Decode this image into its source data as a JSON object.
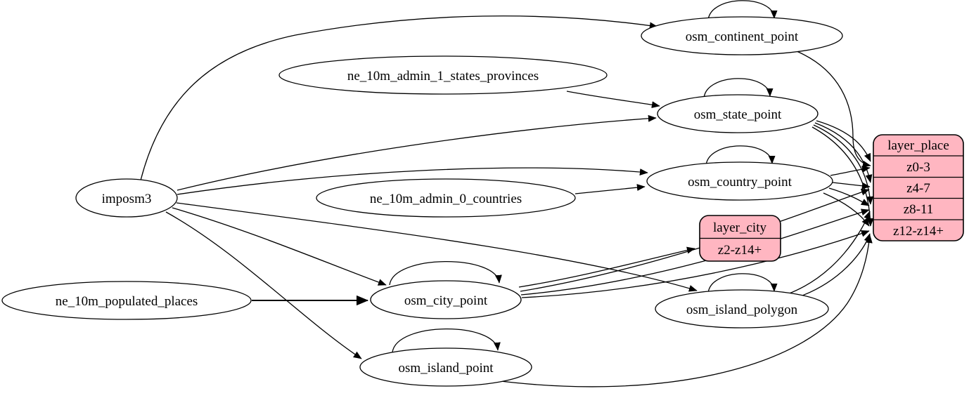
{
  "diagram": {
    "kind": "etl-dataflow-graph",
    "background_color": "#ffffff",
    "edge_color": "#000000",
    "table_node_fill": "#ffffff",
    "layer_record_fill": "#ffb6c1",
    "nodes": {
      "imposm3": {
        "label": "imposm3",
        "shape": "ellipse"
      },
      "ne_10m_admin_1_states_provinces": {
        "label": "ne_10m_admin_1_states_provinces",
        "shape": "ellipse"
      },
      "ne_10m_admin_0_countries": {
        "label": "ne_10m_admin_0_countries",
        "shape": "ellipse"
      },
      "ne_10m_populated_places": {
        "label": "ne_10m_populated_places",
        "shape": "ellipse"
      },
      "osm_continent_point": {
        "label": "osm_continent_point",
        "shape": "ellipse"
      },
      "osm_state_point": {
        "label": "osm_state_point",
        "shape": "ellipse"
      },
      "osm_country_point": {
        "label": "osm_country_point",
        "shape": "ellipse"
      },
      "osm_city_point": {
        "label": "osm_city_point",
        "shape": "ellipse"
      },
      "osm_island_polygon": {
        "label": "osm_island_polygon",
        "shape": "ellipse"
      },
      "osm_island_point": {
        "label": "osm_island_point",
        "shape": "ellipse"
      }
    },
    "records": {
      "layer_place": {
        "title": "layer_place",
        "rows": [
          "z0-3",
          "z4-7",
          "z8-11",
          "z12-z14+"
        ],
        "fill": "#ffb6c1"
      },
      "layer_city": {
        "title": "layer_city",
        "rows": [
          "z2-z14+"
        ],
        "fill": "#ffb6c1"
      }
    },
    "edges": [
      {
        "from": "imposm3",
        "to": "osm_continent_point"
      },
      {
        "from": "imposm3",
        "to": "osm_state_point"
      },
      {
        "from": "imposm3",
        "to": "osm_country_point"
      },
      {
        "from": "imposm3",
        "to": "osm_city_point"
      },
      {
        "from": "imposm3",
        "to": "osm_island_polygon"
      },
      {
        "from": "imposm3",
        "to": "osm_island_point"
      },
      {
        "from": "ne_10m_admin_1_states_provinces",
        "to": "osm_state_point"
      },
      {
        "from": "ne_10m_admin_0_countries",
        "to": "osm_country_point"
      },
      {
        "from": "ne_10m_populated_places",
        "to": "osm_city_point"
      },
      {
        "from": "osm_continent_point",
        "to": "osm_continent_point"
      },
      {
        "from": "osm_state_point",
        "to": "osm_state_point"
      },
      {
        "from": "osm_country_point",
        "to": "osm_country_point"
      },
      {
        "from": "osm_city_point",
        "to": "osm_city_point"
      },
      {
        "from": "osm_island_polygon",
        "to": "osm_island_polygon"
      },
      {
        "from": "osm_island_point",
        "to": "osm_island_point"
      },
      {
        "from": "osm_continent_point",
        "to": "layer_place",
        "port": "z0-3"
      },
      {
        "from": "osm_state_point",
        "to": "layer_place",
        "port": "z0-3"
      },
      {
        "from": "osm_state_point",
        "to": "layer_place",
        "port": "z4-7"
      },
      {
        "from": "osm_state_point",
        "to": "layer_place",
        "port": "z8-11"
      },
      {
        "from": "osm_state_point",
        "to": "layer_place",
        "port": "z12-z14+"
      },
      {
        "from": "osm_country_point",
        "to": "layer_place",
        "port": "z0-3"
      },
      {
        "from": "osm_country_point",
        "to": "layer_place",
        "port": "z4-7"
      },
      {
        "from": "osm_country_point",
        "to": "layer_place",
        "port": "z8-11"
      },
      {
        "from": "osm_country_point",
        "to": "layer_place",
        "port": "z12-z14+"
      },
      {
        "from": "osm_city_point",
        "to": "layer_city",
        "port": "z2-z14+"
      },
      {
        "from": "osm_city_point",
        "to": "layer_place",
        "port": "z4-7"
      },
      {
        "from": "osm_city_point",
        "to": "layer_place",
        "port": "z8-11"
      },
      {
        "from": "osm_city_point",
        "to": "layer_place",
        "port": "z12-z14+"
      },
      {
        "from": "osm_island_polygon",
        "to": "layer_place",
        "port": "z8-11"
      },
      {
        "from": "osm_island_polygon",
        "to": "layer_place",
        "port": "z12-z14+"
      },
      {
        "from": "osm_island_point",
        "to": "layer_place",
        "port": "z12-z14+"
      }
    ]
  }
}
